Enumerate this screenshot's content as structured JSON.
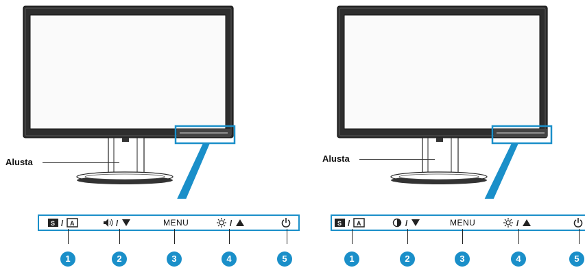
{
  "labels": {
    "stand": "Alusta",
    "menu": "MENU"
  },
  "panels": [
    {
      "id": "left",
      "controls": [
        {
          "num": "1",
          "icon": "s-a-mode-icon"
        },
        {
          "num": "2",
          "icon": "volume-down-icon"
        },
        {
          "num": "3",
          "icon": "menu-text"
        },
        {
          "num": "4",
          "icon": "brightness-up-icon"
        },
        {
          "num": "5",
          "icon": "power-icon"
        }
      ]
    },
    {
      "id": "right",
      "controls": [
        {
          "num": "1",
          "icon": "s-a-mode-icon"
        },
        {
          "num": "2",
          "icon": "contrast-down-icon"
        },
        {
          "num": "3",
          "icon": "menu-text"
        },
        {
          "num": "4",
          "icon": "brightness-up-icon"
        },
        {
          "num": "5",
          "icon": "power-icon"
        }
      ]
    }
  ],
  "colors": {
    "accent": "#1a8fc9",
    "bezel": "#2b2b2b"
  }
}
